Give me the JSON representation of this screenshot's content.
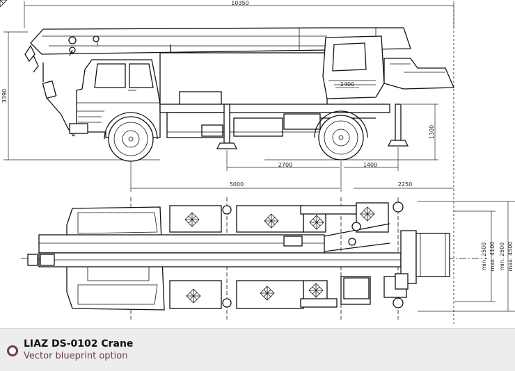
{
  "drawing": {
    "side_view": {
      "dim_overall_length": "10350",
      "dim_height": "3390",
      "dim_cab_window": "2400",
      "dim_outrigger_height": "1300",
      "dim_outrigger_front": "2700",
      "dim_outrigger_rear": "1400",
      "dim_wheelbase": "5000",
      "dim_rear_overhang": "2250"
    },
    "top_view": {
      "dim_min_width_1": "min. 2500",
      "dim_max_width_1": "max. 4100",
      "dim_min_width_2": "min. 2500",
      "dim_max_width_2": "max. 4500"
    }
  },
  "footer": {
    "title": "LIAZ DS-0102 Crane",
    "subtitle": "Vector blueprint option",
    "accent_color": "#6e3a55"
  }
}
